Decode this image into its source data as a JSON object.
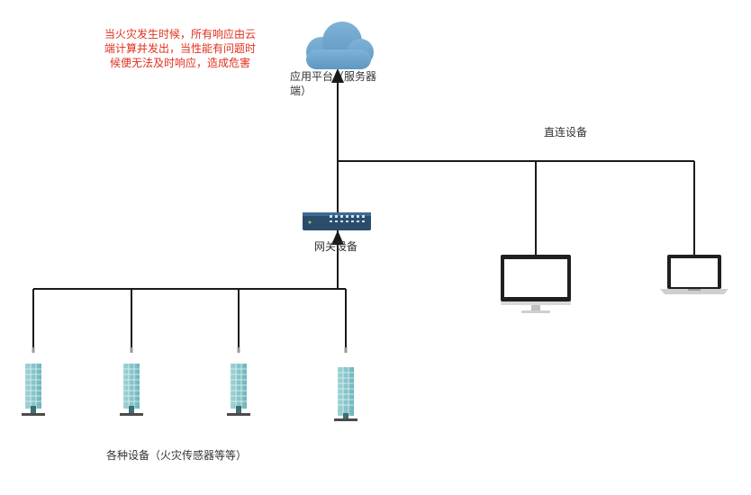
{
  "note": {
    "lines": [
      "当火灾发生时候，所有响应由云",
      "端计算并发出，当性能有问题时",
      "候便无法及时响应，造成危害"
    ],
    "color": "#e0301e"
  },
  "cloud": {
    "label_line1": "应用平台（服务器",
    "label_line2": "端）",
    "icon": "cloud-icon",
    "color": "#6aa3cc"
  },
  "gateway": {
    "label": "网关设备",
    "icon": "network-switch-icon"
  },
  "direct": {
    "label": "直连设备",
    "devices": [
      "desktop-monitor-icon",
      "laptop-icon"
    ]
  },
  "sensors": {
    "label": "各种设备（火灾传感器等等）",
    "count": 4,
    "icon": "building-sensor-icon"
  },
  "colors": {
    "line": "#1a1a1a",
    "text": "#333333"
  }
}
